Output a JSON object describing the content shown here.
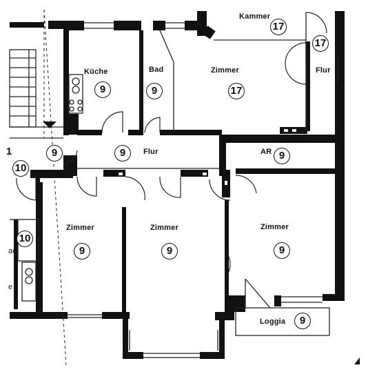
{
  "colors": {
    "wall": "#111111",
    "paper": "#ffffff",
    "line": "#222222"
  },
  "rooms": [
    {
      "id": "kammer",
      "name": "Kammer",
      "num": "17"
    },
    {
      "id": "flur-top",
      "name": "Flur",
      "num": "17"
    },
    {
      "id": "kueche",
      "name": "Küche",
      "num": "9"
    },
    {
      "id": "bad",
      "name": "Bad",
      "num": "9"
    },
    {
      "id": "zimmer-top",
      "name": "Zimmer",
      "num": "17"
    },
    {
      "id": "flur",
      "name": "Flur",
      "num": "9"
    },
    {
      "id": "ar",
      "name": "AR",
      "num": "9"
    },
    {
      "id": "zimmer-left",
      "name": "Zimmer",
      "num": "9"
    },
    {
      "id": "zimmer-mid",
      "name": "Zimmer",
      "num": "9"
    },
    {
      "id": "zimmer-right",
      "name": "Zimmer",
      "num": "9"
    },
    {
      "id": "loggia",
      "name": "Loggia",
      "num": "9"
    }
  ],
  "neighbor": {
    "stair_num": "9",
    "left_numbers": [
      "1",
      "10",
      "10"
    ],
    "left_fragments": [
      "ad",
      "e"
    ]
  }
}
